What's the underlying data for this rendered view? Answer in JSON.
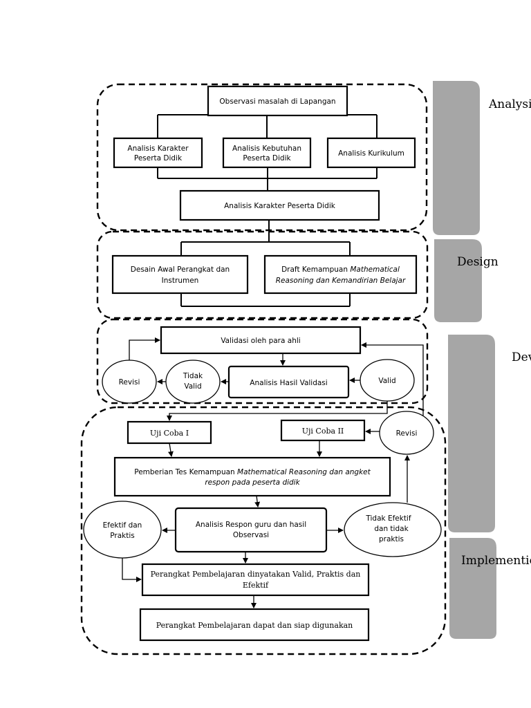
{
  "phases": [
    "Analysis",
    "Design",
    "Develop",
    "Implemention"
  ],
  "analysis": {
    "observasi": "Observasi masalah di Lapangan",
    "karakter": [
      "Analisis Karakter",
      "Peserta Didik"
    ],
    "kebutuhan": [
      "Analisis Kebutuhan",
      "Peserta Didik"
    ],
    "kurikulum": "Analisis Kurikulum",
    "karakter_summary": "Analisis Karakter Peserta Didik"
  },
  "design": {
    "desain_awal": [
      "Desain Awal Perangkat dan",
      "Instrumen"
    ],
    "draft_prefix": "Draft Kemampuan ",
    "draft_italic_1": "Mathematical",
    "draft_italic_2": "Reasoning dan Kemandirian Belajar"
  },
  "develop": {
    "validasi": "Validasi oleh para ahli",
    "analisis_hasil": "Analisis Hasil Validasi",
    "valid": "Valid",
    "tidak_valid": [
      "Tidak",
      "Valid"
    ],
    "revisi": "Revisi"
  },
  "implement": {
    "uji_coba_1": "Uji Coba I",
    "uji_coba_2": "Uji Coba II",
    "revisi": "Revisi",
    "pemberian_prefix": "Pemberian Tes Kemampuan ",
    "pemberian_italic_1": "Mathematical Reasoning dan angket",
    "pemberian_italic_2": "respon pada peserta didik",
    "analisis_respon": [
      "Analisis Respon guru dan hasil",
      "Observasi"
    ],
    "efektif": [
      "Efektif dan",
      "Praktis"
    ],
    "tidak_efektif": [
      "Tidak Efektif",
      "dan tidak",
      "praktis"
    ],
    "dinyatakan": [
      "Perangkat Pembelajaran dinyatakan Valid, Praktis dan",
      "Efektif"
    ],
    "siap": "Perangkat Pembelajaran dapat dan siap digunakan"
  }
}
